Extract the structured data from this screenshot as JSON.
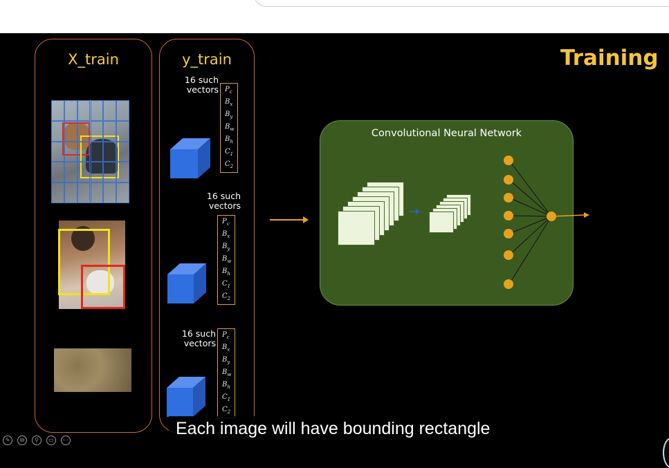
{
  "slide": {
    "title": "Training",
    "x_train_title": "X_train",
    "y_train_title": "y_train",
    "cnn_title": "Convolutional Neural Network"
  },
  "vectors": [
    {
      "label_line1": "16 such",
      "label_line2": "vectors"
    },
    {
      "label_line1": "16 such",
      "label_line2": "vectors"
    },
    {
      "label_line1": "16 such",
      "label_line2": "vectors"
    }
  ],
  "vector_entries": [
    "Pc",
    "Bx",
    "By",
    "Bw",
    "Bh",
    "C1",
    "C2"
  ],
  "caption": "Each image will have bounding rectangle",
  "colors": {
    "accent_yellow": "#f4c53a",
    "panel_border": "#c9693a",
    "cnn_green": "#3b5a20",
    "cube_blue": "#2f6fe0",
    "neuron_orange": "#e6a21e",
    "bbox_red": "#e0281e",
    "bbox_yellow": "#f2e21a"
  },
  "icons": [
    "pen-icon",
    "copy-icon",
    "zoom-icon",
    "subtitles-icon",
    "more-icon"
  ]
}
